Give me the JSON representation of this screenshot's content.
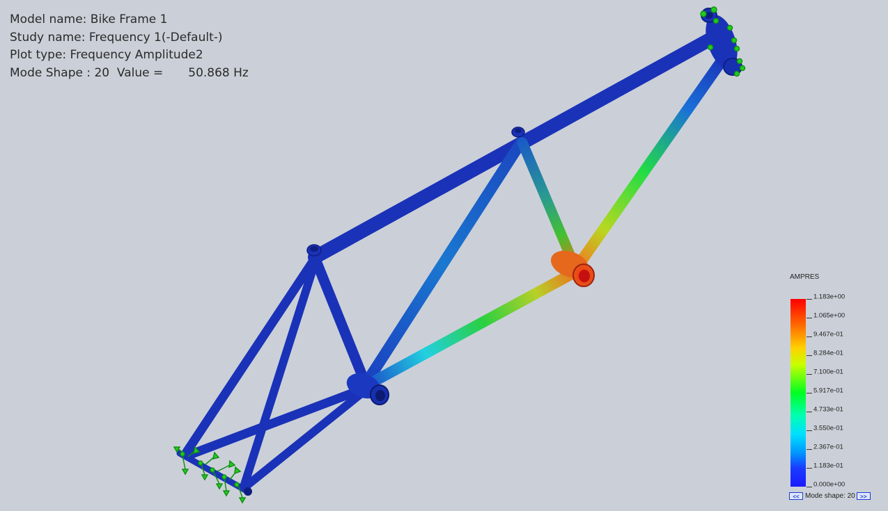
{
  "info": {
    "model_name": "Model name: Bike Frame 1",
    "study_name": "Study name: Frequency 1(-Default-)",
    "plot_type": "Plot type: Frequency Amplitude2",
    "mode_shape_label": "Mode Shape : 20  Value =",
    "mode_shape_value": "50.868 Hz"
  },
  "legend": {
    "title": "AMPRES",
    "labels": [
      "1.183e+00",
      "1.065e+00",
      "9.467e-01",
      "8.284e-01",
      "7.100e-01",
      "5.917e-01",
      "4.733e-01",
      "3.550e-01",
      "2.367e-01",
      "1.183e-01",
      "0.000e+00"
    ],
    "max_color": "#ff0000",
    "min_color": "#1a1aff"
  },
  "navigation": {
    "prev_label": "<<",
    "next_label": ">>",
    "mode_text": "Mode shape: 20"
  },
  "model": {
    "frame_color": "#1a32b8",
    "fixture_color": "#22cc22"
  }
}
